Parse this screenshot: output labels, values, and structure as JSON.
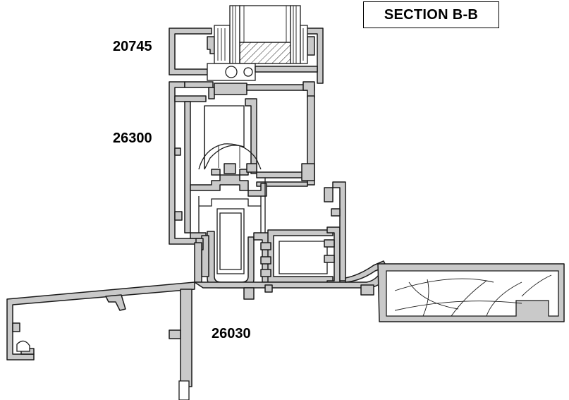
{
  "title": "SECTION B-B",
  "labels": {
    "profile_top": "20745",
    "profile_middle": "26300",
    "profile_bottom": "26030"
  },
  "colors": {
    "profile_fill": "#c9c9c9",
    "line": "#1a1a1a",
    "background": "#ffffff"
  }
}
